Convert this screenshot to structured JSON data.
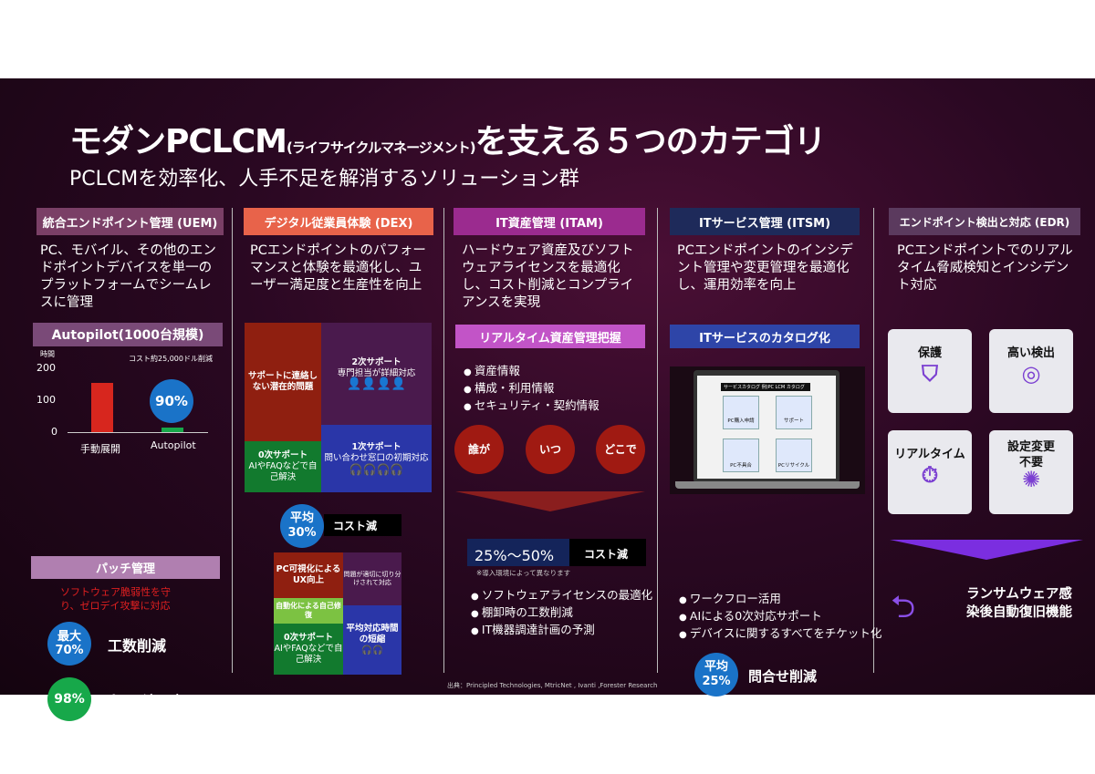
{
  "title": {
    "main1": "モダンPCLCM",
    "small": "(ライフサイクルマネージメント)",
    "main2": "を支える５つのカテゴリ",
    "subtitle": "PCLCMを効率化、人手不足を解消するソリューション群"
  },
  "colors": {
    "uem": "#7a3f66",
    "dex": "#e8634a",
    "itam": "#9b2b8f",
    "itsm": "#1e2a5a",
    "edr": "#5b3a5e",
    "blue": "#1a73c8",
    "green": "#17a84a",
    "red": "#d7261e"
  },
  "uem": {
    "header": "統合エンドポイント管理 (UEM)",
    "desc": "PC、モバイル、その他のエンドポイントデバイスを単一のプラットフォームでシームレスに管理",
    "autopilot_title": "Autopilot(1000台規模)",
    "chart_data": {
      "type": "bar",
      "ylabel": "時間",
      "yticks": [
        "200",
        "100",
        "0"
      ],
      "ylim": [
        0,
        200
      ],
      "categories": [
        "手動展開",
        "Autopilot"
      ],
      "values": [
        155,
        15
      ],
      "annotation": "コスト約25,000ドル削減",
      "badge": "90%"
    },
    "patch_title": "パッチ管理",
    "patch_desc": "ソフトウェア脆弱性を守り、ゼロデイ攻撃に対応",
    "stat1_badge_1": "最大",
    "stat1_badge_2": "70%",
    "stat1_label": "工数削減",
    "stat2_badge": "98%",
    "stat2_label": "パッチ適用率"
  },
  "dex": {
    "header": "デジタル従業員体験 (DEX)",
    "desc": "PCエンドポイントのパフォーマンスと体験を最適化し、ユーザー満足度と生産性を向上",
    "top": {
      "hidden": "サポートに連絡しない潜在的問題",
      "l2_title": "2次サポート",
      "l2_desc": "専門担当が詳細対応",
      "l0_title": "0次サポート",
      "l0_desc": "AIやFAQなどで自己解決",
      "l1_title": "1次サポート",
      "l1_desc": "問い合わせ窓口の初期対応"
    },
    "badge_1": "平均",
    "badge_2": "30%",
    "badge_label": "コスト減",
    "bottom": {
      "ux": "PC可視化によるUX向上",
      "route": "問題が適切に切り分けされて対応",
      "auto": "自動化による自己修復",
      "l0_title": "0次サポート",
      "l0_desc": "AIやFAQなどで自己解決",
      "time": "平均対応時間の短縮"
    }
  },
  "itam": {
    "header": "IT資産管理 (ITAM)",
    "desc": "ハードウェア資産及びソフトウェアライセンスを最適化し、コスト削減とコンプライアンスを実現",
    "sub_header": "リアルタイム資産管理把握",
    "items": [
      "資産情報",
      "構成・利用情報",
      "セキュリティ・契約情報"
    ],
    "circles": [
      "誰が",
      "いつ",
      "どこで"
    ],
    "range": "25%〜50%",
    "range_label": "コスト減",
    "note": "※導入環境によって異なります",
    "benefits": [
      "ソフトウェアライセンスの最適化",
      "棚卸時の工数削減",
      "IT機器調達計画の予測"
    ]
  },
  "itsm": {
    "header": "ITサービス管理 (ITSM)",
    "desc": "PCエンドポイントのインシデント管理や変更管理を最適化し、運用効率を向上",
    "sub_header": "ITサービスのカタログ化",
    "catalog_title": "サービスカタログ 例)PC LCM カタログ",
    "catalog_items": [
      "PC購入申請",
      "サポート",
      "PC不具合",
      "PCリサイクル"
    ],
    "items": [
      "ワークフロー活用",
      "AIによる0次対応サポート",
      "デバイスに関するすべてをチケット化"
    ],
    "badge_1": "平均",
    "badge_2": "25%",
    "badge_label": "問合せ削減"
  },
  "edr": {
    "header": "エンドポイント検出と対応 (EDR)",
    "desc": "PCエンドポイントでのリアルタイム脅威検知とインシデント対応",
    "tiles": [
      "保護",
      "高い検出",
      "リアルタイム",
      "設定変更不要"
    ],
    "recovery": "ランサムウェア感染後自動復旧機能"
  },
  "source": "出典：Principled Technologies, MtricNet , Ivanti ,Forester Research"
}
